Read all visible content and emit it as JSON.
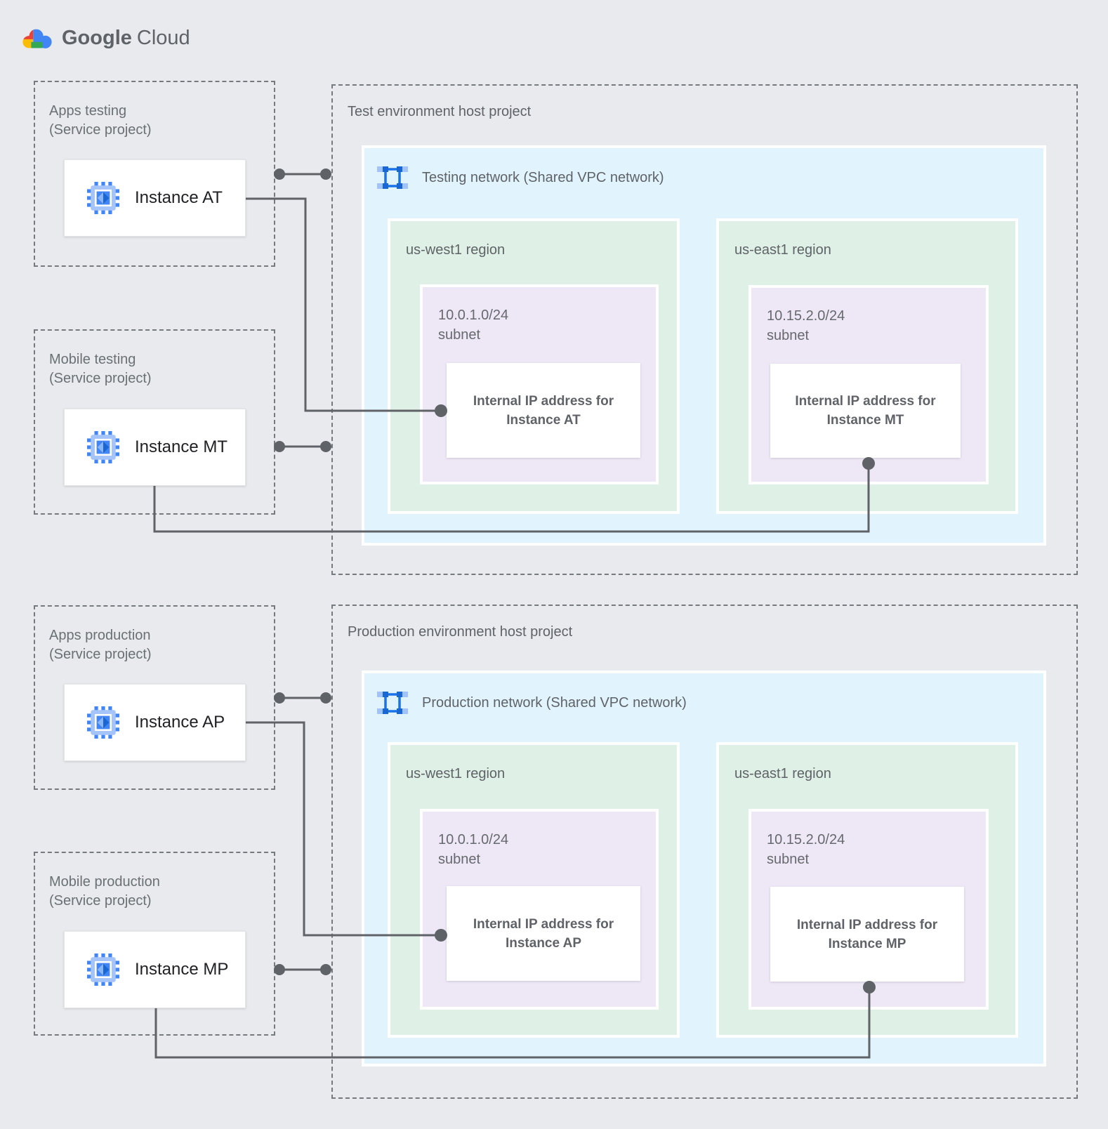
{
  "logo": {
    "brand": "Google",
    "product": "Cloud"
  },
  "service_projects": [
    {
      "name": "Apps testing",
      "subtitle": "(Service project)",
      "instance_label": "Instance AT"
    },
    {
      "name": "Mobile testing",
      "subtitle": "(Service project)",
      "instance_label": "Instance MT"
    },
    {
      "name": "Apps production",
      "subtitle": "(Service project)",
      "instance_label": "Instance AP"
    },
    {
      "name": "Mobile production",
      "subtitle": "(Service project)",
      "instance_label": "Instance MP"
    }
  ],
  "host_projects": [
    {
      "title": "Test environment host project",
      "network_label": "Testing network (Shared VPC network)",
      "regions": [
        {
          "name": "us-west1 region",
          "subnet_cidr": "10.0.1.0/24",
          "subnet_label": "subnet",
          "ip_line1": "Internal IP address for",
          "ip_line2": "Instance AT"
        },
        {
          "name": "us-east1 region",
          "subnet_cidr": "10.15.2.0/24",
          "subnet_label": "subnet",
          "ip_line1": "Internal IP address for",
          "ip_line2": "Instance MT"
        }
      ]
    },
    {
      "title": "Production environment host project",
      "network_label": "Production network (Shared VPC network)",
      "regions": [
        {
          "name": "us-west1 region",
          "subnet_cidr": "10.0.1.0/24",
          "subnet_label": "subnet",
          "ip_line1": "Internal IP address for",
          "ip_line2": "Instance AP"
        },
        {
          "name": "us-east1 region",
          "subnet_cidr": "10.15.2.0/24",
          "subnet_label": "subnet",
          "ip_line1": "Internal IP address for",
          "ip_line2": "Instance MP"
        }
      ]
    }
  ],
  "colors": {
    "canvas_bg": "#E8EAED",
    "network_bg": "#E1F3FC",
    "region_bg": "#DFF1E6",
    "subnet_bg": "#EEE7F6",
    "connector": "#5F6368",
    "dashed_border": "#76797D",
    "vpc_icon_blue": "#1A73E8",
    "instance_icon_blue": "#4285F4"
  }
}
